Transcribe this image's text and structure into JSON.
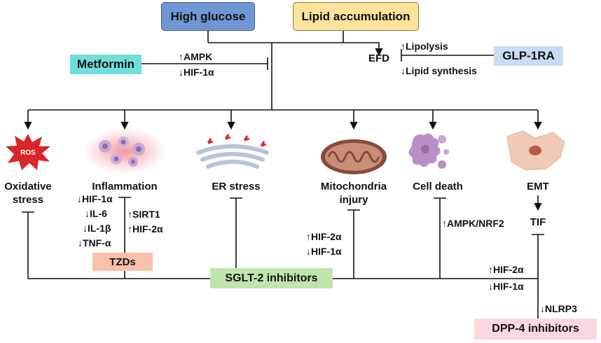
{
  "top": {
    "high_glucose": "High glucose",
    "lipid_accumulation": "Lipid accumulation"
  },
  "metformin": {
    "label": "Metformin",
    "effect_1": "↑AMPK",
    "effect_2": "↓HIF-1α"
  },
  "efd": {
    "label": "EFD",
    "effect_1": "↑Lipolysis",
    "effect_2": "↓Lipid synthesis",
    "drug": "GLP-1RA"
  },
  "outcomes": {
    "ros_badge": "ROS",
    "oxidative_stress": [
      "Oxidative",
      "stress"
    ],
    "inflammation": "Inflammation",
    "er_stress": "ER stress",
    "mitochondria_injury": [
      "Mitochondria",
      "injury"
    ],
    "cell_death": "Cell death",
    "emt": "EMT",
    "tif": "TIF"
  },
  "inflammation_markers": [
    "↓HIF-1α",
    "↓IL-6",
    "↓IL-1β",
    "↓TNF-α"
  ],
  "tzd_effects": [
    "↑SIRT1",
    "↑HIF-2α"
  ],
  "mito_effects": [
    "↑HIF-2α",
    "↓HIF-1α"
  ],
  "cell_death_effect": "↑AMPK/NRF2",
  "tif_effects": [
    "↑HIF-2α",
    "↓HIF-1α"
  ],
  "dpp4_effect": "↓NLRP3",
  "drugs": {
    "tzds": "TZDs",
    "sglt2": "SGLT-2 inhibitors",
    "dpp4": "DPP-4 inhibitors"
  },
  "colors": {
    "high_glucose_fill": "#6f97d6",
    "lipid_fill": "#ffe39a",
    "metformin_fill": "#6fdedc",
    "glp1ra_fill": "#c9dcf3",
    "tzds_fill": "#f8c1aa",
    "sglt2_fill": "#bfe5ac",
    "dpp4_fill": "#f9d9dd",
    "ros": "#d8262b",
    "inflammation_glow": "#f4a0a4",
    "cell": "#f2cbb4",
    "mito": "#8a4a3a",
    "er": "#b7c4d8",
    "cell_death": "#b98fc7"
  }
}
